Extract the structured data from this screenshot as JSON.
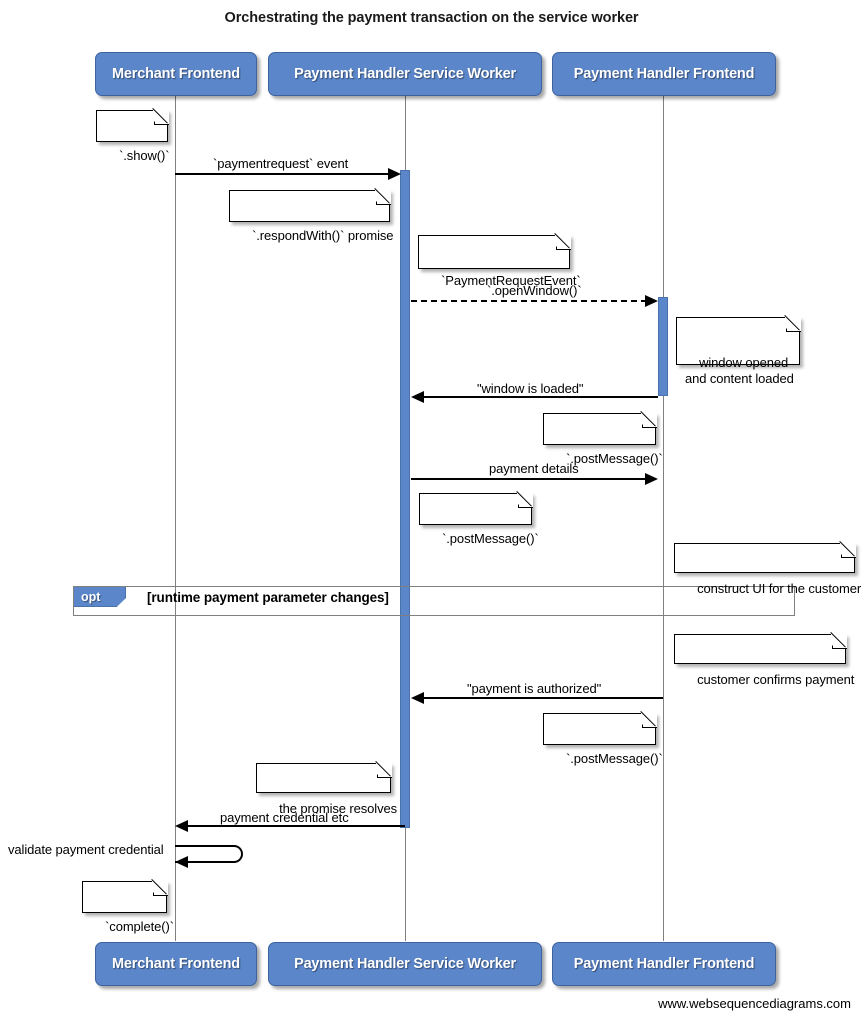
{
  "title": "Orchestrating the payment transaction on the service worker",
  "footer": "www.websequencediagrams.com",
  "colors": {
    "participant_fill": "#5b86ca",
    "participant_border": "#3c63a0",
    "activation_fill": "#5b86ca",
    "lifeline": "#808080",
    "arrow": "#000000",
    "note_fill": "#ffffff"
  },
  "participants": [
    {
      "id": "merchant-frontend",
      "label": "Merchant Frontend"
    },
    {
      "id": "payment-handler-service-worker",
      "label": "Payment Handler Service Worker"
    },
    {
      "id": "payment-handler-frontend",
      "label": "Payment Handler Frontend"
    }
  ],
  "messages": [
    {
      "id": "paymentrequest-event",
      "label": "`paymentrequest` event",
      "from": "merchant-frontend",
      "to": "payment-handler-service-worker",
      "style": "solid",
      "direction": "right"
    },
    {
      "id": "open-window",
      "label": "`.openWindow()`",
      "from": "payment-handler-service-worker",
      "to": "payment-handler-frontend",
      "style": "dashed",
      "direction": "right"
    },
    {
      "id": "window-is-loaded",
      "label": "\"window is loaded\"",
      "from": "payment-handler-frontend",
      "to": "payment-handler-service-worker",
      "style": "solid",
      "direction": "left"
    },
    {
      "id": "payment-details",
      "label": "payment details",
      "from": "payment-handler-service-worker",
      "to": "payment-handler-frontend",
      "style": "solid",
      "direction": "right"
    },
    {
      "id": "payment-is-authorized",
      "label": "\"payment is authorized\"",
      "from": "payment-handler-frontend",
      "to": "payment-handler-service-worker",
      "style": "solid",
      "direction": "left"
    },
    {
      "id": "payment-credential-etc",
      "label": "payment credential etc",
      "from": "payment-handler-service-worker",
      "to": "merchant-frontend",
      "style": "solid",
      "direction": "left"
    },
    {
      "id": "validate-payment-credential",
      "label": "validate payment credential",
      "from": "merchant-frontend",
      "to": "merchant-frontend",
      "style": "self",
      "direction": "left"
    }
  ],
  "notes": [
    {
      "id": "note-show",
      "text": "`.show()`"
    },
    {
      "id": "note-respondwith-promise",
      "text": "`.respondWith()` promise"
    },
    {
      "id": "note-paymentrequestevent",
      "text": "`PaymentRequestEvent`"
    },
    {
      "id": "note-window-opened",
      "text": "window opened\nand content loaded"
    },
    {
      "id": "note-postmessage-1",
      "text": "`.postMessage()`"
    },
    {
      "id": "note-postmessage-2",
      "text": "`.postMessage()`"
    },
    {
      "id": "note-construct-ui",
      "text": "construct UI for the customer"
    },
    {
      "id": "note-customer-confirms",
      "text": "customer confirms payment"
    },
    {
      "id": "note-postmessage-3",
      "text": "`.postMessage()`"
    },
    {
      "id": "note-promise-resolves",
      "text": "the promise resolves"
    },
    {
      "id": "note-complete",
      "text": "`complete()`"
    }
  ],
  "fragment": {
    "id": "opt-fragment",
    "kind": "opt",
    "condition": "[runtime payment parameter changes]"
  }
}
